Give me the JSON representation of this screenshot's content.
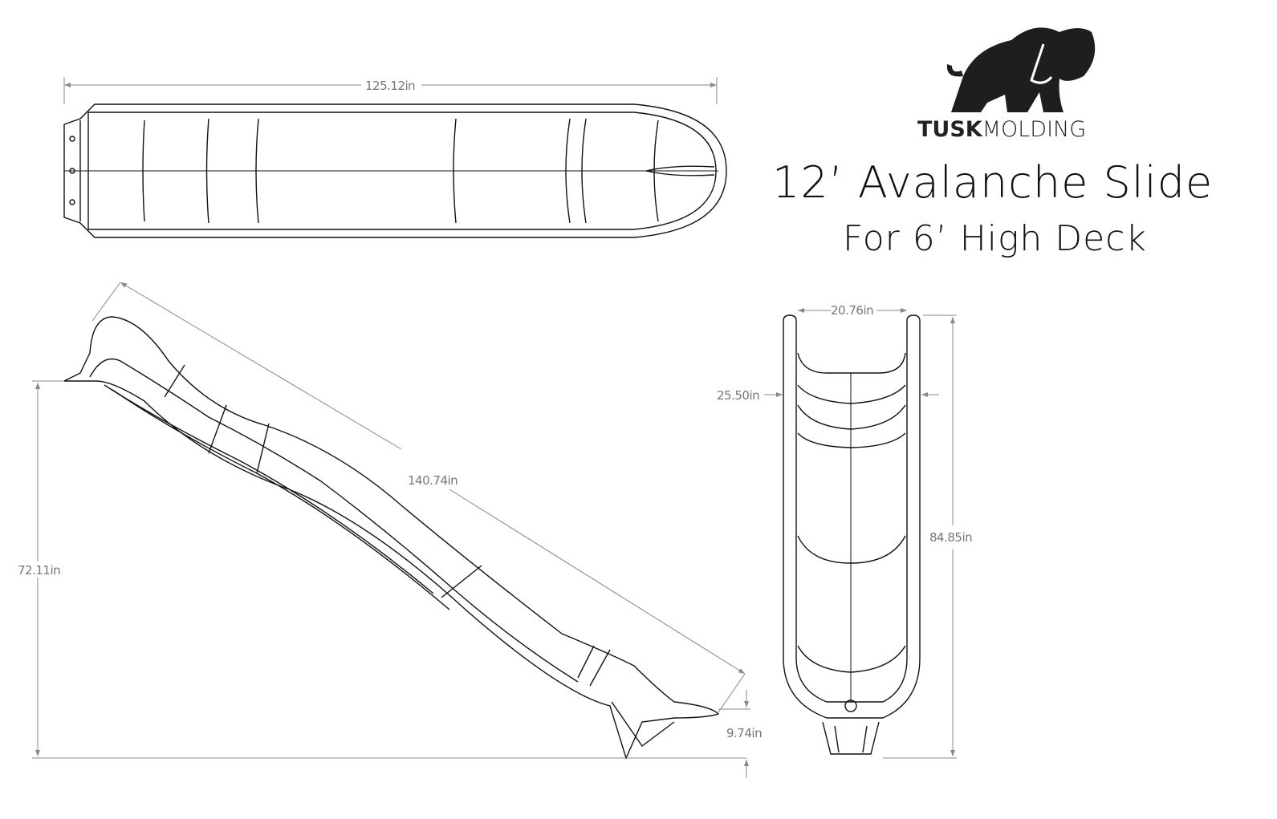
{
  "brand": {
    "bold": "TUSK",
    "light": "MOLDING",
    "logo_icon": "mammoth-logo"
  },
  "title": "12’ Avalanche Slide",
  "subtitle": "For 6’ High Deck",
  "dimensions": {
    "top_length": "125.12in",
    "slide_length": "140.74in",
    "deck_height": "72.11in",
    "exit_height": "9.74in",
    "inner_width": "20.76in",
    "outer_width": "25.50in",
    "front_height": "84.85in"
  }
}
